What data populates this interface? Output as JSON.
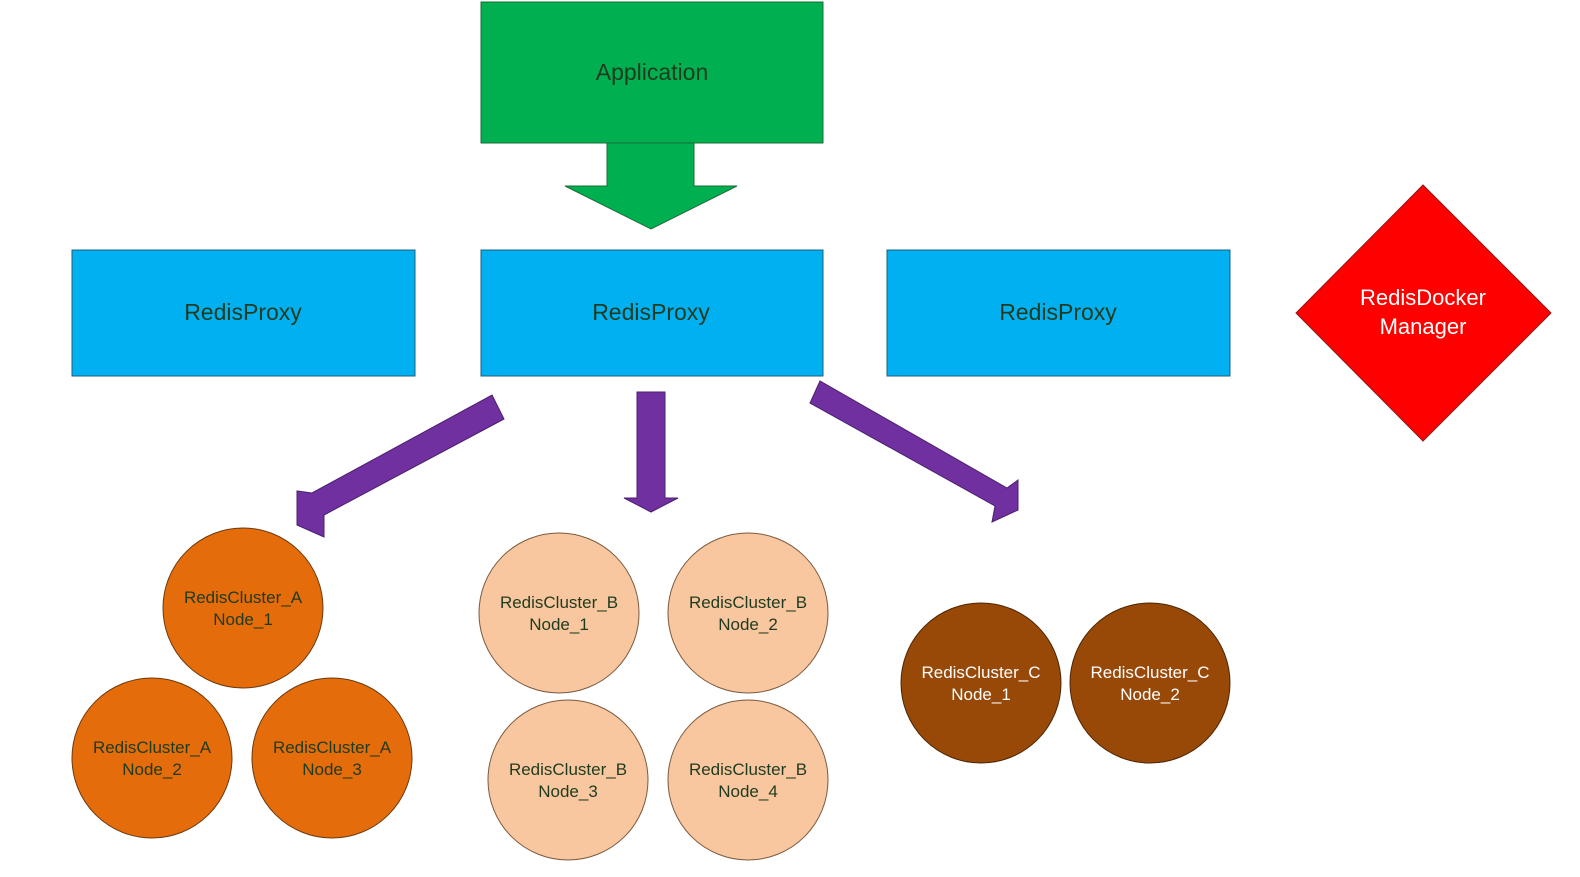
{
  "colors": {
    "application": "#00B050",
    "proxy": "#00B0F0",
    "manager": "#FF0000",
    "arrow_app": "#00B050",
    "arrow_cluster": "#7030A0",
    "cluster_a": "#E46C0A",
    "cluster_b": "#F8C79F",
    "cluster_c": "#984807",
    "dark_text": "#1F3B1F",
    "light_text": "#FFFFFF"
  },
  "application": {
    "label": "Application"
  },
  "proxies": [
    {
      "label": "RedisProxy"
    },
    {
      "label": "RedisProxy"
    },
    {
      "label": "RedisProxy"
    }
  ],
  "manager": {
    "line1": "RedisDocker",
    "line2": "Manager"
  },
  "cluster_a": {
    "nodes": [
      {
        "line1": "RedisCluster_A",
        "line2": "Node_1"
      },
      {
        "line1": "RedisCluster_A",
        "line2": "Node_2"
      },
      {
        "line1": "RedisCluster_A",
        "line2": "Node_3"
      }
    ]
  },
  "cluster_b": {
    "nodes": [
      {
        "line1": "RedisCluster_B",
        "line2": "Node_1"
      },
      {
        "line1": "RedisCluster_B",
        "line2": "Node_2"
      },
      {
        "line1": "RedisCluster_B",
        "line2": "Node_3"
      },
      {
        "line1": "RedisCluster_B",
        "line2": "Node_4"
      }
    ]
  },
  "cluster_c": {
    "nodes": [
      {
        "line1": "RedisCluster_C",
        "line2": "Node_1"
      },
      {
        "line1": "RedisCluster_C",
        "line2": "Node_2"
      }
    ]
  }
}
